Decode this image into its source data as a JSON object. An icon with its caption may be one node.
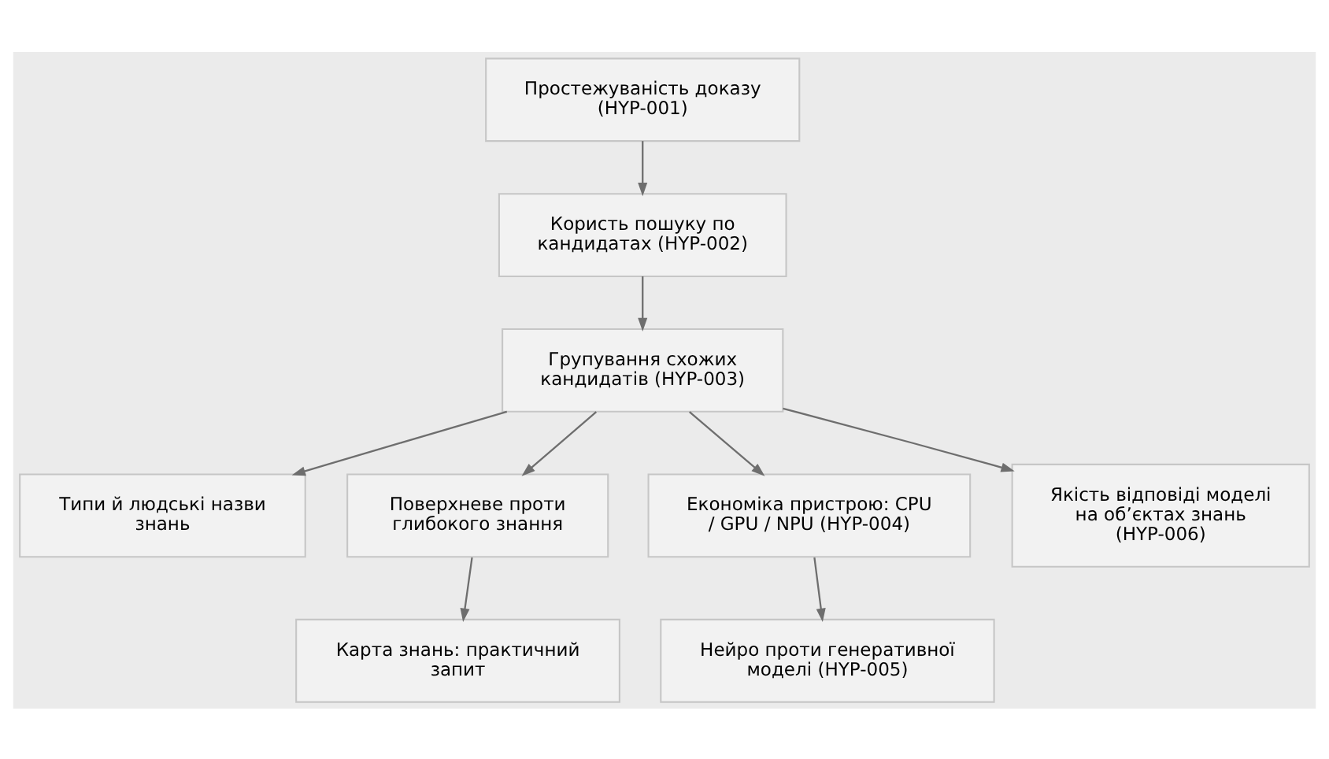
{
  "diagram": {
    "nodes": [
      {
        "text": [
          "Простежуваність доказу (HYP-001)"
        ]
      },
      {
        "text": [
          "Користь пошуку по кандидатах (HYP-002)"
        ]
      },
      {
        "text": [
          "Групування схожих кандидатів (HYP-003)"
        ]
      },
      {
        "text": [
          "Типи й людські назви знань"
        ]
      },
      {
        "text": [
          "Поверхневе проти глибокого знання"
        ]
      },
      {
        "text": [
          "Економіка пристрою: CPU / GPU / NPU (HYP-004)"
        ]
      },
      {
        "text": [
          "Якість відповіді моделі на об’єктах знань (HYP-006)"
        ]
      },
      {
        "text": [
          "Карта знань: практичний запит"
        ]
      },
      {
        "text": [
          "Нейро проти генеративної моделі (HYP-005)"
        ]
      }
    ],
    "edges": [
      {
        "from": 0,
        "to": 1,
        "arrow": "to"
      },
      {
        "from": 1,
        "to": 2,
        "arrow": "to"
      },
      {
        "from": 2,
        "to": 3,
        "arrow": "to"
      },
      {
        "from": 2,
        "to": 4,
        "arrow": "to"
      },
      {
        "from": 2,
        "to": 5,
        "arrow": "to"
      },
      {
        "from": 2,
        "to": 6,
        "arrow": "to"
      },
      {
        "from": 4,
        "to": 7,
        "arrow": "to"
      },
      {
        "from": 5,
        "to": 8,
        "arrow": "to"
      }
    ]
  }
}
